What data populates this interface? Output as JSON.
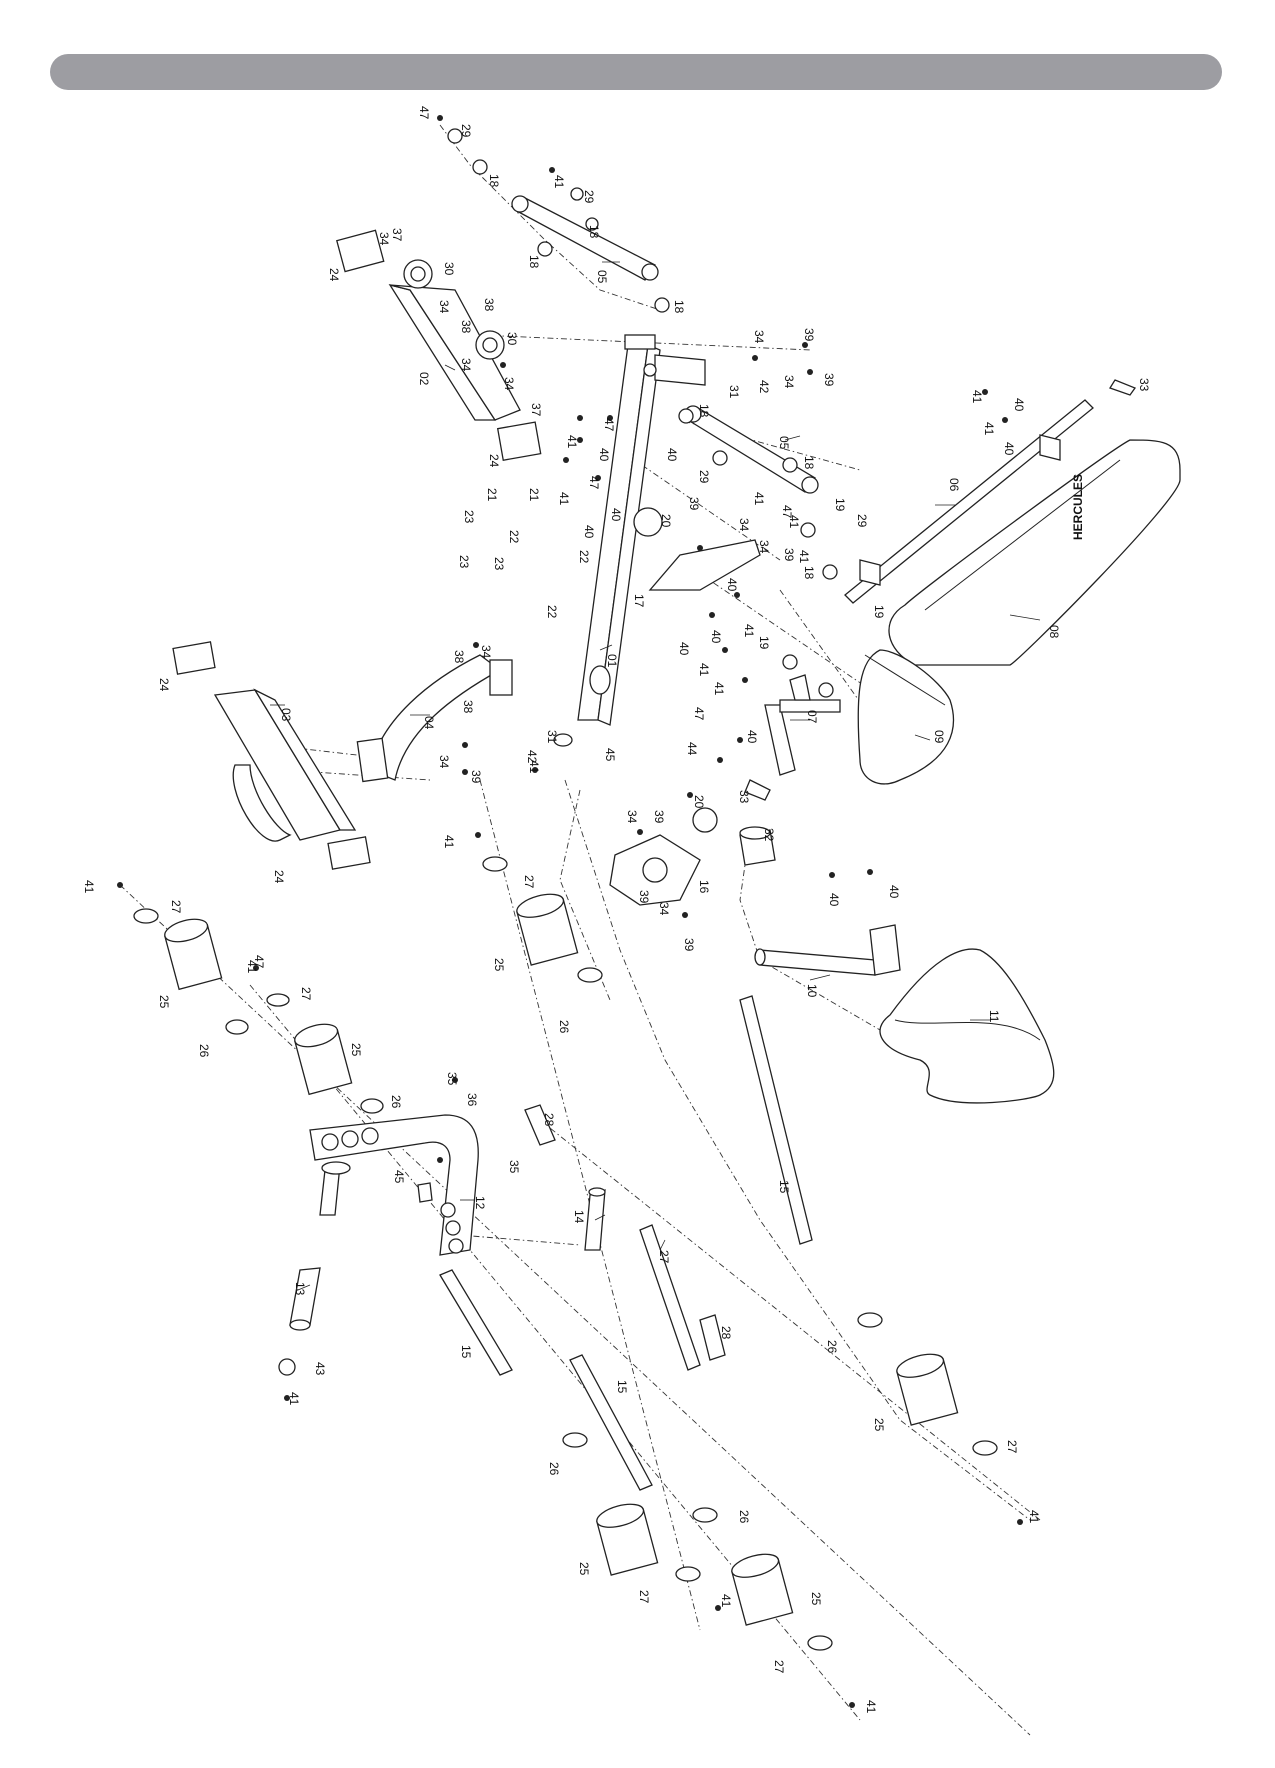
{
  "header": {
    "bar_color": "#9d9da2"
  },
  "seat_brand": "HERCULES",
  "labels": [
    {
      "id": "l01",
      "text": "01"
    },
    {
      "id": "l02",
      "text": "02"
    },
    {
      "id": "l03",
      "text": "03"
    },
    {
      "id": "l04",
      "text": "04"
    },
    {
      "id": "l05a",
      "text": "05"
    },
    {
      "id": "l05b",
      "text": "05"
    },
    {
      "id": "l06",
      "text": "06"
    },
    {
      "id": "l07",
      "text": "07"
    },
    {
      "id": "l08",
      "text": "08"
    },
    {
      "id": "l09",
      "text": "09"
    },
    {
      "id": "l10",
      "text": "10"
    },
    {
      "id": "l11",
      "text": "11"
    },
    {
      "id": "l12",
      "text": "12"
    },
    {
      "id": "l13",
      "text": "13"
    },
    {
      "id": "l14",
      "text": "14"
    },
    {
      "id": "l15a",
      "text": "15"
    },
    {
      "id": "l15b",
      "text": "15"
    },
    {
      "id": "l15c",
      "text": "15"
    },
    {
      "id": "l16",
      "text": "16"
    },
    {
      "id": "l17",
      "text": "17"
    },
    {
      "id": "l18a",
      "text": "18"
    },
    {
      "id": "l18b",
      "text": "18"
    },
    {
      "id": "l18c",
      "text": "18"
    },
    {
      "id": "l18d",
      "text": "18"
    },
    {
      "id": "l18e",
      "text": "18"
    },
    {
      "id": "l18f",
      "text": "18"
    },
    {
      "id": "l18g",
      "text": "18"
    },
    {
      "id": "l19a",
      "text": "19"
    },
    {
      "id": "l19b",
      "text": "19"
    },
    {
      "id": "l19c",
      "text": "19"
    },
    {
      "id": "l20a",
      "text": "20"
    },
    {
      "id": "l20b",
      "text": "20"
    },
    {
      "id": "l21a",
      "text": "21"
    },
    {
      "id": "l21b",
      "text": "21"
    },
    {
      "id": "l22a",
      "text": "22"
    },
    {
      "id": "l22b",
      "text": "22"
    },
    {
      "id": "l22c",
      "text": "22"
    },
    {
      "id": "l23a",
      "text": "23"
    },
    {
      "id": "l23b",
      "text": "23"
    },
    {
      "id": "l23c",
      "text": "23"
    },
    {
      "id": "l24a",
      "text": "24"
    },
    {
      "id": "l24b",
      "text": "24"
    },
    {
      "id": "l24c",
      "text": "24"
    },
    {
      "id": "l24d",
      "text": "24"
    },
    {
      "id": "l25a",
      "text": "25"
    },
    {
      "id": "l25b",
      "text": "25"
    },
    {
      "id": "l25c",
      "text": "25"
    },
    {
      "id": "l25d",
      "text": "25"
    },
    {
      "id": "l25e",
      "text": "25"
    },
    {
      "id": "l25f",
      "text": "25"
    },
    {
      "id": "l26a",
      "text": "26"
    },
    {
      "id": "l26b",
      "text": "26"
    },
    {
      "id": "l26c",
      "text": "26"
    },
    {
      "id": "l26d",
      "text": "26"
    },
    {
      "id": "l26e",
      "text": "26"
    },
    {
      "id": "l26f",
      "text": "26"
    },
    {
      "id": "l27a",
      "text": "27"
    },
    {
      "id": "l27b",
      "text": "27"
    },
    {
      "id": "l27c",
      "text": "27"
    },
    {
      "id": "l27d",
      "text": "27"
    },
    {
      "id": "l27e",
      "text": "27"
    },
    {
      "id": "l27f",
      "text": "27"
    },
    {
      "id": "l27g",
      "text": "27"
    },
    {
      "id": "l28a",
      "text": "28"
    },
    {
      "id": "l28b",
      "text": "28"
    },
    {
      "id": "l29a",
      "text": "29"
    },
    {
      "id": "l29b",
      "text": "29"
    },
    {
      "id": "l29c",
      "text": "29"
    },
    {
      "id": "l29d",
      "text": "29"
    },
    {
      "id": "l30a",
      "text": "30"
    },
    {
      "id": "l30b",
      "text": "30"
    },
    {
      "id": "l31a",
      "text": "31"
    },
    {
      "id": "l31b",
      "text": "31"
    },
    {
      "id": "l32",
      "text": "32"
    },
    {
      "id": "l33a",
      "text": "33"
    },
    {
      "id": "l33b",
      "text": "33"
    },
    {
      "id": "l34a",
      "text": "34"
    },
    {
      "id": "l34b",
      "text": "34"
    },
    {
      "id": "l34c",
      "text": "34"
    },
    {
      "id": "l34d",
      "text": "34"
    },
    {
      "id": "l34e",
      "text": "34"
    },
    {
      "id": "l34f",
      "text": "34"
    },
    {
      "id": "l34g",
      "text": "34"
    },
    {
      "id": "l34h",
      "text": "34"
    },
    {
      "id": "l34i",
      "text": "34"
    },
    {
      "id": "l34j",
      "text": "34"
    },
    {
      "id": "l34k",
      "text": "34"
    },
    {
      "id": "l34l",
      "text": "34"
    },
    {
      "id": "l35a",
      "text": "35"
    },
    {
      "id": "l35b",
      "text": "35"
    },
    {
      "id": "l36",
      "text": "36"
    },
    {
      "id": "l37a",
      "text": "37"
    },
    {
      "id": "l37b",
      "text": "37"
    },
    {
      "id": "l38a",
      "text": "38"
    },
    {
      "id": "l38b",
      "text": "38"
    },
    {
      "id": "l38c",
      "text": "38"
    },
    {
      "id": "l38d",
      "text": "38"
    },
    {
      "id": "l39a",
      "text": "39"
    },
    {
      "id": "l39b",
      "text": "39"
    },
    {
      "id": "l39c",
      "text": "39"
    },
    {
      "id": "l39d",
      "text": "39"
    },
    {
      "id": "l39e",
      "text": "39"
    },
    {
      "id": "l39f",
      "text": "39"
    },
    {
      "id": "l39g",
      "text": "39"
    },
    {
      "id": "l39h",
      "text": "39"
    },
    {
      "id": "l40a",
      "text": "40"
    },
    {
      "id": "l40b",
      "text": "40"
    },
    {
      "id": "l40c",
      "text": "40"
    },
    {
      "id": "l40d",
      "text": "40"
    },
    {
      "id": "l40e",
      "text": "40"
    },
    {
      "id": "l40f",
      "text": "40"
    },
    {
      "id": "l40g",
      "text": "40"
    },
    {
      "id": "l40h",
      "text": "40"
    },
    {
      "id": "l40i",
      "text": "40"
    },
    {
      "id": "l40j",
      "text": "40"
    },
    {
      "id": "l40k",
      "text": "40"
    },
    {
      "id": "l40l",
      "text": "40"
    },
    {
      "id": "l41a",
      "text": "41"
    },
    {
      "id": "l41b",
      "text": "41"
    },
    {
      "id": "l41c",
      "text": "41"
    },
    {
      "id": "l41d",
      "text": "41"
    },
    {
      "id": "l41e",
      "text": "41"
    },
    {
      "id": "l41f",
      "text": "41"
    },
    {
      "id": "l41g",
      "text": "41"
    },
    {
      "id": "l41h",
      "text": "41"
    },
    {
      "id": "l41i",
      "text": "41"
    },
    {
      "id": "l41j",
      "text": "41"
    },
    {
      "id": "l41k",
      "text": "41"
    },
    {
      "id": "l41l",
      "text": "41"
    },
    {
      "id": "l41m",
      "text": "41"
    },
    {
      "id": "l41n",
      "text": "41"
    },
    {
      "id": "l41o",
      "text": "41"
    },
    {
      "id": "l41p",
      "text": "41"
    },
    {
      "id": "l41q",
      "text": "41"
    },
    {
      "id": "l41r",
      "text": "41"
    },
    {
      "id": "l41s",
      "text": "41"
    },
    {
      "id": "l42a",
      "text": "42"
    },
    {
      "id": "l42b",
      "text": "42"
    },
    {
      "id": "l43",
      "text": "43"
    },
    {
      "id": "l44",
      "text": "44"
    },
    {
      "id": "l45a",
      "text": "45"
    },
    {
      "id": "l45b",
      "text": "45"
    },
    {
      "id": "l47a",
      "text": "47"
    },
    {
      "id": "l47b",
      "text": "47"
    },
    {
      "id": "l47c",
      "text": "47"
    },
    {
      "id": "l47d",
      "text": "47"
    },
    {
      "id": "l47e",
      "text": "47"
    },
    {
      "id": "l47f",
      "text": "47"
    }
  ]
}
